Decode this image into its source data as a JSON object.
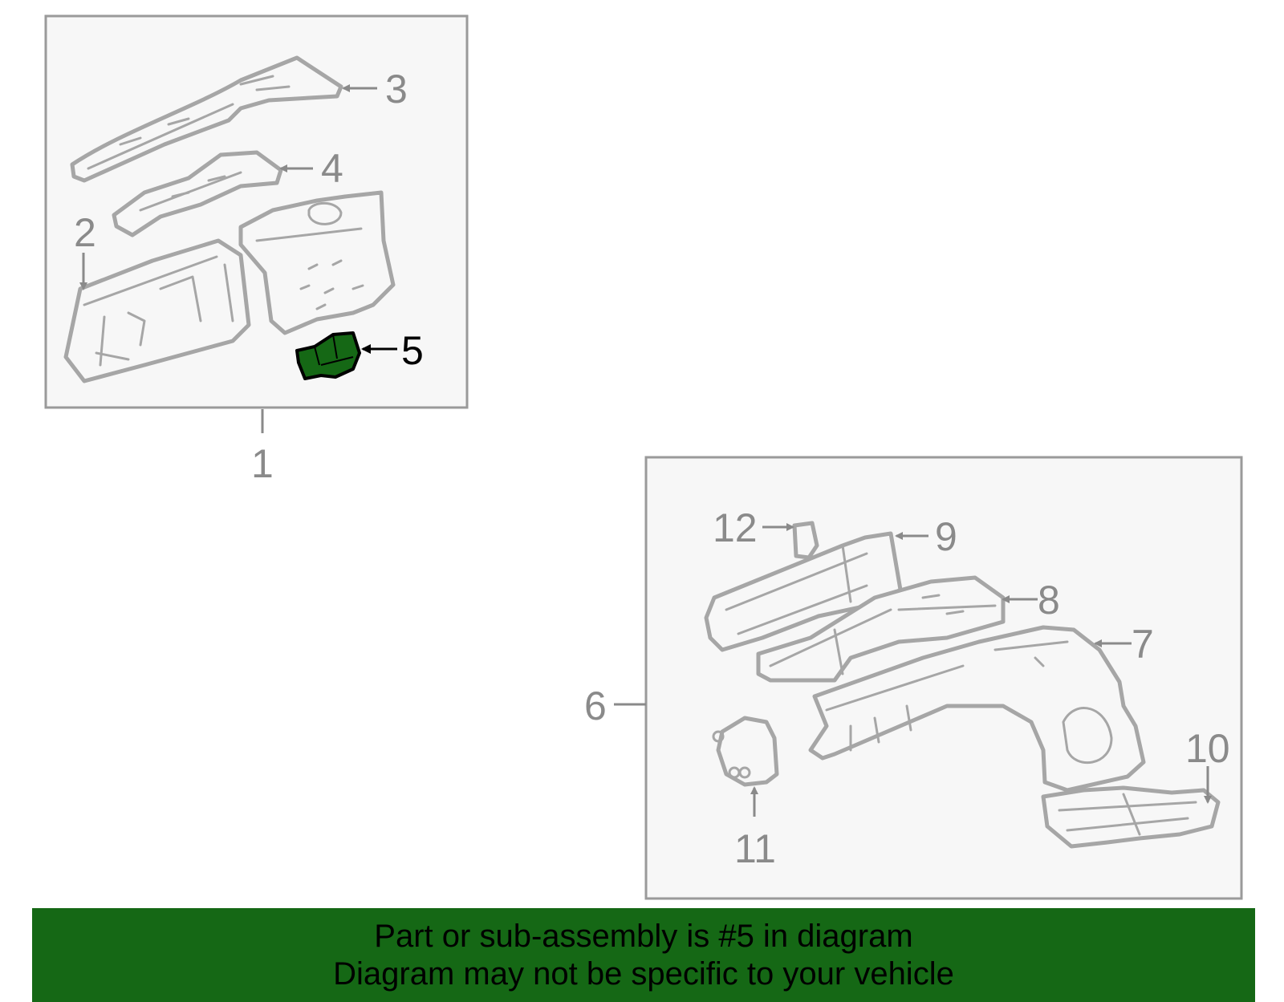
{
  "diagram": {
    "callouts": {
      "c1": "1",
      "c2": "2",
      "c3": "3",
      "c4": "4",
      "c5": "5",
      "c6": "6",
      "c7": "7",
      "c8": "8",
      "c9": "9",
      "c10": "10",
      "c11": "11",
      "c12": "12"
    },
    "highlight_part": "5",
    "colors": {
      "highlight": "#156815",
      "line": "#a6a6a6",
      "panel": "#f7f7f7"
    }
  },
  "footer": {
    "line1": "Part or sub-assembly is #5 in diagram",
    "line2": "Diagram may not be specific to your vehicle"
  }
}
